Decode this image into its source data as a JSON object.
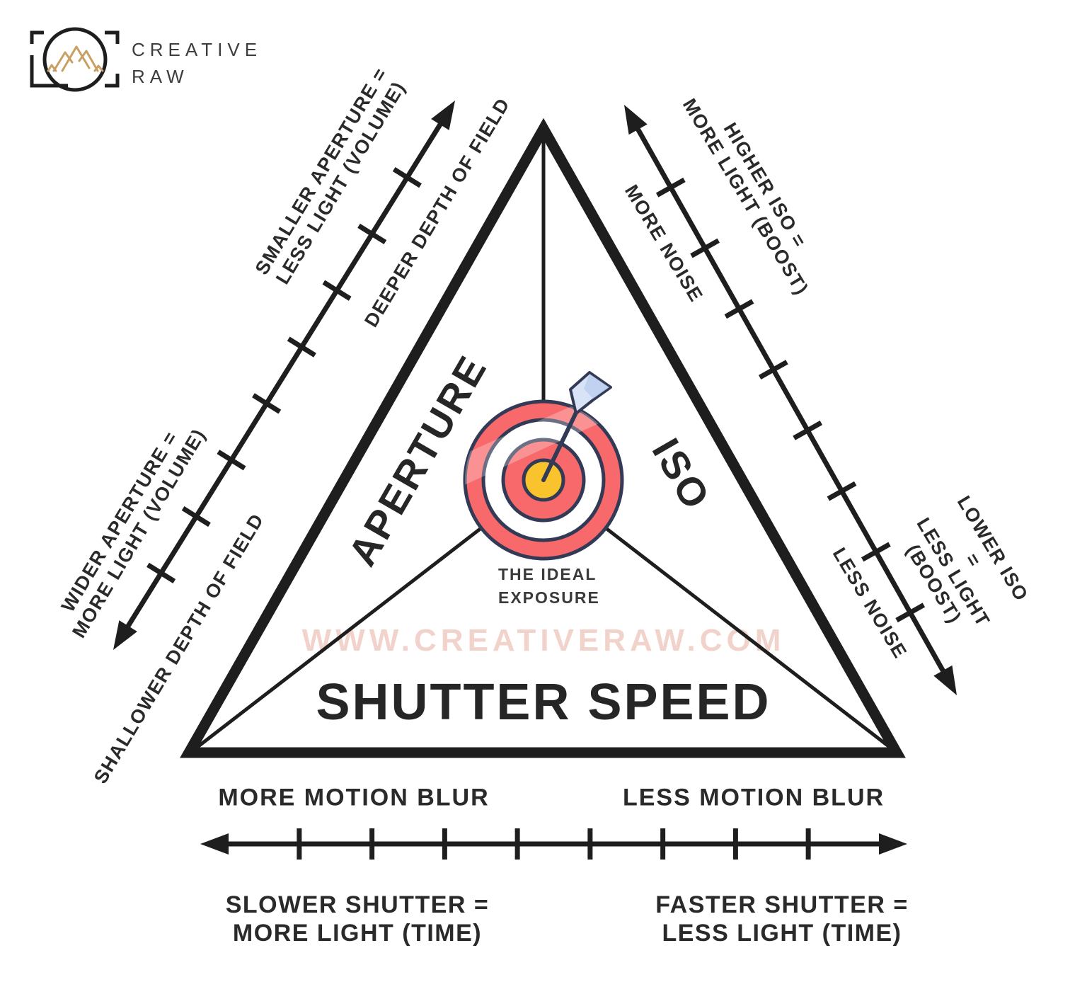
{
  "brand": {
    "line1": "CREATIVE",
    "line2": "RAW"
  },
  "watermark": "WWW.CREATIVERAW.COM",
  "triangle": {
    "aperture_label": "APERTURE",
    "iso_label": "ISO",
    "shutter_label": "SHUTTER SPEED",
    "center_label": "THE IDEAL\nEXPOSURE"
  },
  "aperture_axis": {
    "increase": "SMALLER APERTURE =\nLESS LIGHT (VOLUME)",
    "increase_effect": "DEEPER DEPTH OF FIELD",
    "decrease": "WIDER APERTURE =\nMORE LIGHT (VOLUME)",
    "decrease_effect": "SHALLOWER DEPTH OF FIELD"
  },
  "iso_axis": {
    "increase": "HIGHER ISO =\nMORE LIGHT (BOOST)",
    "increase_effect": "MORE NOISE",
    "decrease": "LOWER ISO =\nLESS LIGHT (BOOST)",
    "decrease_effect": "LESS NOISE"
  },
  "shutter_axis": {
    "left_effect": "MORE MOTION BLUR",
    "right_effect": "LESS MOTION BLUR",
    "left_label": "SLOWER SHUTTER =\nMORE LIGHT (TIME)",
    "right_label": "FASTER SHUTTER =\nLESS LIGHT (TIME)"
  },
  "colors": {
    "ink": "#1e1e1e",
    "text": "#2a2a2a",
    "target_red": "#F8696B",
    "target_outline": "#333A56",
    "target_yellow": "#F9C32E",
    "fletch_blue": "#D9E3F7",
    "fletch_blue_dark": "#BACCEE",
    "logo_gold": "#C9A063",
    "watermark_pink": "#F2D3CC"
  }
}
